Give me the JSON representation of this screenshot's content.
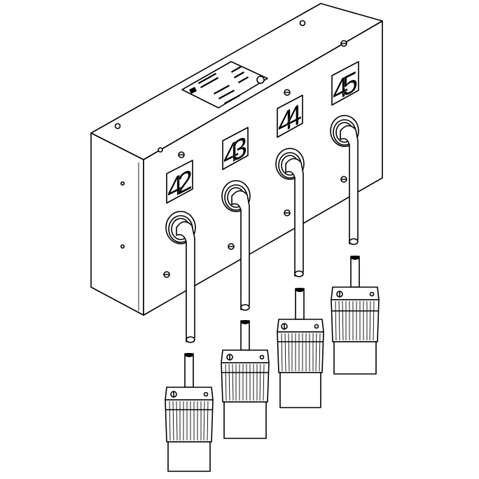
{
  "diagram": {
    "circuits": [
      {
        "number": "42"
      },
      {
        "number": "43"
      },
      {
        "number": "44"
      },
      {
        "number": "45"
      }
    ],
    "colors": {
      "line": "#000000",
      "fill": "#ffffff"
    }
  }
}
